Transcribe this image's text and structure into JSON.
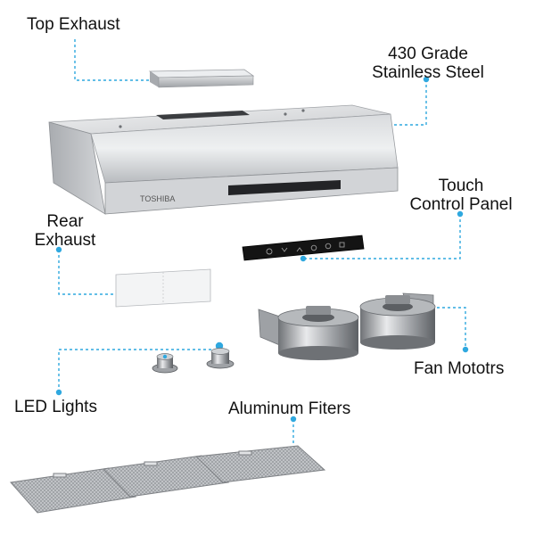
{
  "labels": {
    "top_exhaust": "Top Exhaust",
    "steel_line1": "430 Grade",
    "steel_line2": "Stainless Steel",
    "touch_line1": "Touch",
    "touch_line2": "Control Panel",
    "rear_line1": "Rear",
    "rear_line2": "Exhaust",
    "fan_motors": "Fan Mototrs",
    "led_lights": "LED Lights",
    "aluminum_filters": "Aluminum Fiters"
  },
  "brand_mark": "TOSHIBA",
  "colors": {
    "callout": "#2fa8df",
    "steel_light": "#e6e7e9",
    "steel_mid": "#bfc2c6",
    "steel_dark": "#8b8e92",
    "panel_black": "#141414"
  }
}
